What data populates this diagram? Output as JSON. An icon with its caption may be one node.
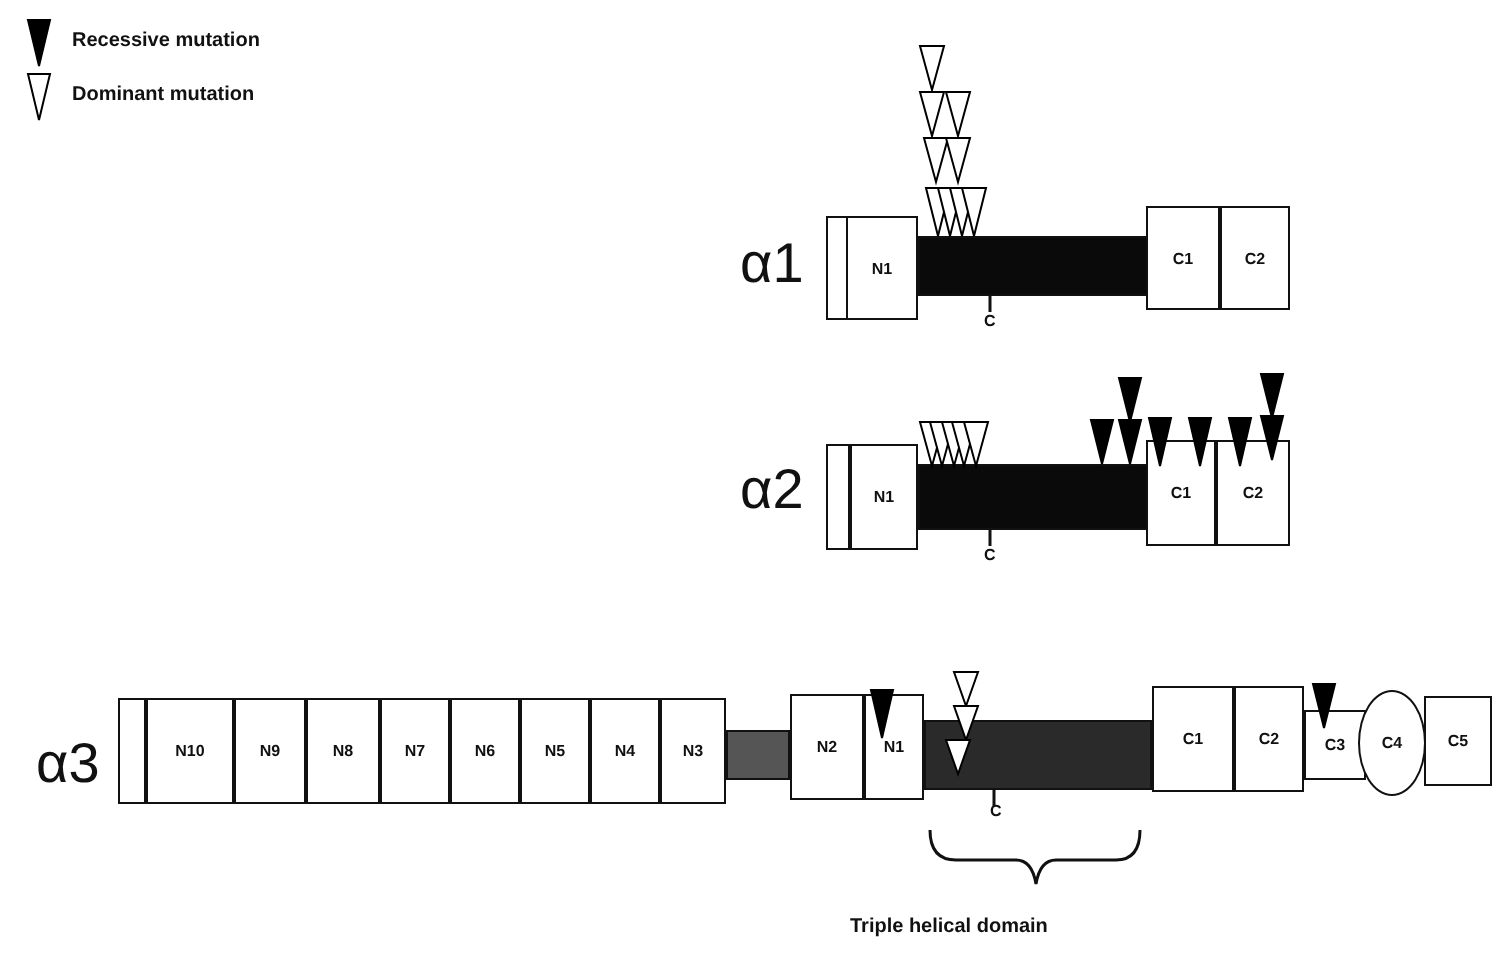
{
  "diagram": {
    "nodes": [
      {
        "text": [],
        "shape": "box"
      },
      {
        "text": [
          "N1"
        ]
      },
      {
        "text": [],
        "shape": "bar",
        "beside": [
          "C"
        ]
      },
      {
        "text": [
          "C1"
        ]
      },
      {
        "text": [
          "C2"
        ]
      },
      {
        "text": [],
        "shape": "box"
      },
      {
        "text": [
          "N1"
        ]
      },
      {
        "text": [],
        "shape": "bar",
        "beside": [
          "C"
        ]
      },
      {
        "text": [
          "C1"
        ]
      },
      {
        "text": [
          "C2"
        ]
      },
      {
        "text": [],
        "shape": "box"
      },
      {
        "text": [
          "N10"
        ]
      },
      {
        "text": [
          "N9"
        ]
      },
      {
        "text": [
          "N8"
        ]
      },
      {
        "text": [
          "N7"
        ]
      },
      {
        "text": [
          "N6"
        ]
      },
      {
        "text": [
          "N5"
        ]
      },
      {
        "text": [
          "N4"
        ]
      },
      {
        "text": [
          "N3"
        ]
      },
      {
        "text": [],
        "shape": "bar"
      },
      {
        "text": [
          "N2"
        ]
      },
      {
        "text": [
          "N1"
        ]
      },
      {
        "text": [],
        "shape": "bar",
        "beside": [
          "C"
        ]
      },
      {
        "text": [
          "C1"
        ]
      },
      {
        "text": [
          "C2"
        ]
      },
      {
        "text": [
          "C3"
        ]
      },
      {
        "text": [
          "C4"
        ]
      },
      {
        "text": [
          "C5"
        ]
      }
    ],
    "labels": [
      "α1",
      "α2",
      "α3",
      "Triple helical domain"
    ],
    "legend": [
      {
        "text": "Recessive mutation"
      },
      {
        "text": "Dominant mutation"
      }
    ]
  }
}
